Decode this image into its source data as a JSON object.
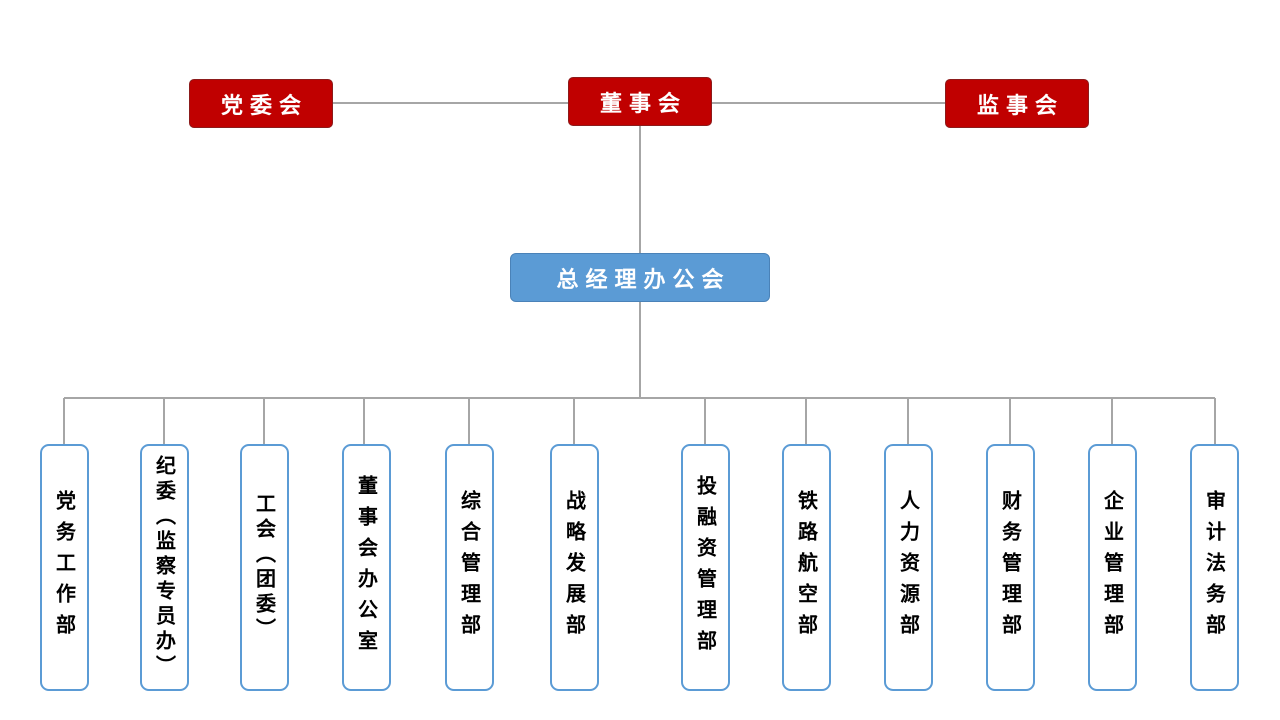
{
  "top": {
    "party_committee": "党委会",
    "board": "董事会",
    "supervisors": "监事会"
  },
  "middle": {
    "gm_office": "总经理办公会"
  },
  "departments": [
    "党务工作部",
    "纪委（监察专员办）",
    "工会（团委）",
    "董事会办公室",
    "综合管理部",
    "战略发展部",
    "投融资管理部",
    "铁路航空部",
    "人力资源部",
    "财务管理部",
    "企业管理部",
    "审计法务部"
  ],
  "colors": {
    "red_box": "#c00000",
    "blue_box": "#5b9bd5",
    "connector": "#a6a6a6"
  }
}
